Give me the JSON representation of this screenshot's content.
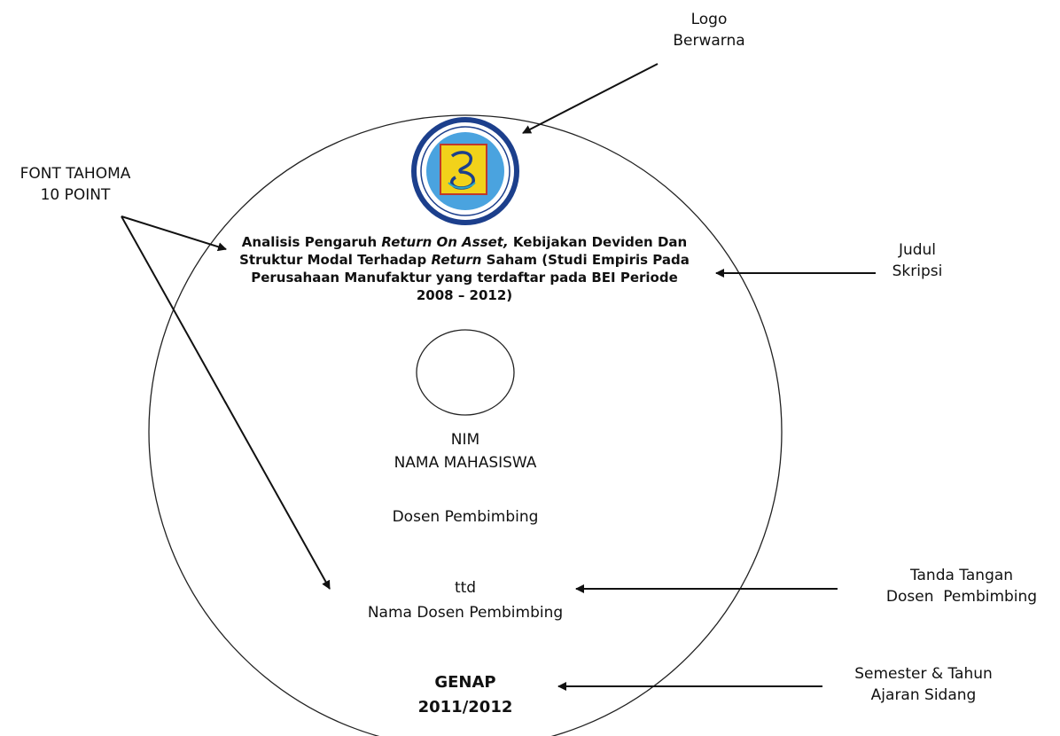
{
  "annotations": {
    "logo": [
      "Logo",
      "Berwarna"
    ],
    "font": [
      "FONT TAHOMA",
      "10 POINT"
    ],
    "judul": [
      "Judul",
      "Skripsi"
    ],
    "ttd": [
      "Tanda Tangan",
      "Dosen  Pembimbing"
    ],
    "semester": [
      "Semester & Tahun",
      "Ajaran Sidang"
    ]
  },
  "cd_label": {
    "title_parts": [
      "Analisis Pengaruh ",
      "Return On Asset,",
      " Kebijakan Deviden Dan Struktur Modal Terhadap ",
      "Return",
      " Saham (Studi Empiris Pada Perusahaan Manufaktur yang terdaftar pada BEI Periode 2008 – 2012)"
    ],
    "nim": "NIM",
    "nama_mahasiswa": "NAMA MAHASISWA",
    "dosen_label": "Dosen Pembimbing",
    "ttd": "ttd",
    "nama_dosen": "Nama Dosen Pembimbing",
    "semester": "GENAP",
    "tahun": "2011/2012"
  },
  "colors": {
    "logo_ring": "#1c3f8c",
    "logo_inner_blue": "#4aa3df",
    "logo_yellow": "#f2d21a",
    "logo_red": "#c0392b"
  }
}
